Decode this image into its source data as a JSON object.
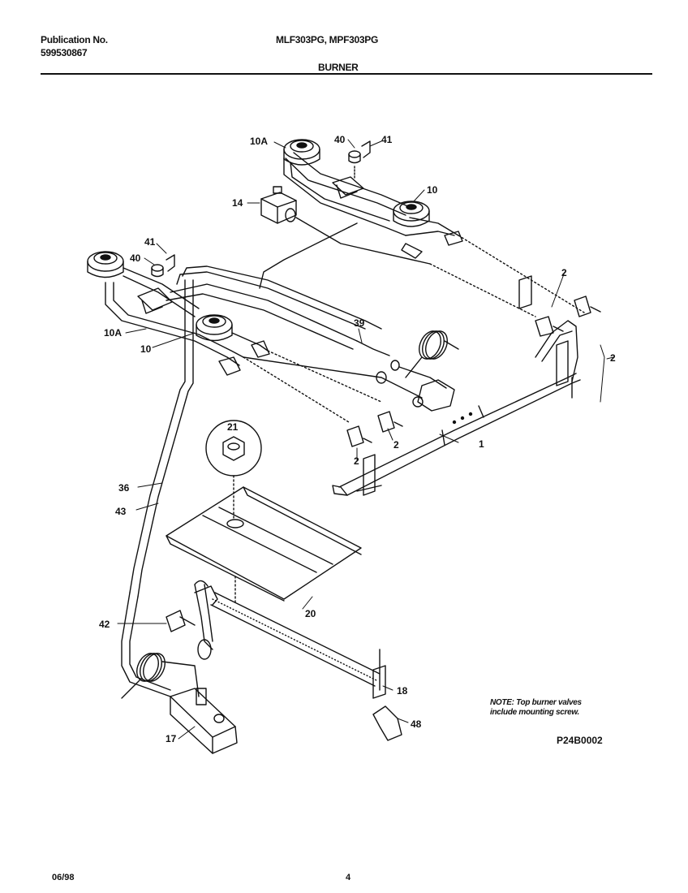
{
  "header": {
    "publication_label": "Publication No.",
    "publication_number": "599530867",
    "models": "MLF303PG, MPF303PG",
    "section": "BURNER"
  },
  "callouts": {
    "c10A_top": "10A",
    "c40_top": "40",
    "c41_top": "41",
    "c10_top": "10",
    "c14": "14",
    "c41_left": "41",
    "c40_left": "40",
    "c10A_left": "10A",
    "c10_left": "10",
    "c39": "39",
    "c2_a": "2",
    "c2_b": "2",
    "c2_c": "2",
    "c2_d": "2",
    "c1": "1",
    "c21": "21",
    "c36": "36",
    "c43": "43",
    "c20": "20",
    "c42": "42",
    "c17": "17",
    "c18": "18",
    "c48": "48"
  },
  "note": {
    "line1": "NOTE: Top burner valves",
    "line2": "include mounting screw."
  },
  "diagram_code": "P24B0002",
  "footer": {
    "date": "06/98",
    "page": "4"
  }
}
